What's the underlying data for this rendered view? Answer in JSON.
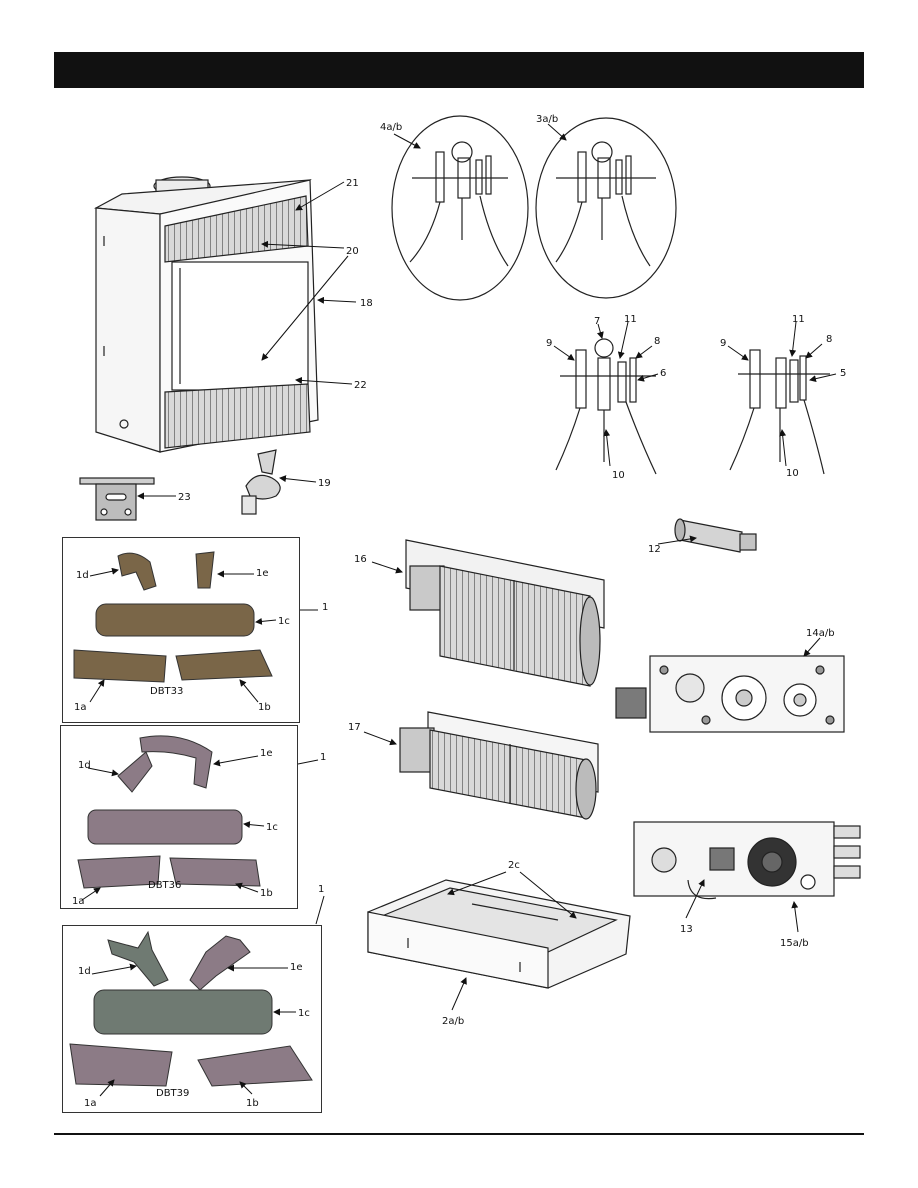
{
  "labels": {
    "l21": "21",
    "l20": "20",
    "l18": "18",
    "l22": "22",
    "l23": "23",
    "l19": "19",
    "l4ab": "4a/b",
    "l3ab": "3a/b",
    "l9a": "9",
    "l7": "7",
    "l11a": "11",
    "l8a": "8",
    "l6": "6",
    "l10a": "10",
    "l11b": "11",
    "l8b": "8",
    "l9b": "9",
    "l5": "5",
    "l10b": "10",
    "l16": "16",
    "l12": "12",
    "l14ab": "14a/b",
    "l17": "17",
    "l2c": "2c",
    "l2ab": "2a/b",
    "l13": "13",
    "l15ab": "15a/b",
    "k1_1d": "1d",
    "k1_1e": "1e",
    "k1_1c": "1c",
    "k1_1a": "1a",
    "k1_1b": "1b",
    "k1_name": "DBT33",
    "k1_1": "1",
    "k2_1d": "1d",
    "k2_1e": "1e",
    "k2_1c": "1c",
    "k2_1a": "1a",
    "k2_1b": "1b",
    "k2_name": "DBT36",
    "k2_1": "1",
    "k3_1d": "1d",
    "k3_1e": "1e",
    "k3_1c": "1c",
    "k3_1a": "1a",
    "k3_1b": "1b",
    "k3_name": "DBT39",
    "k3_1": "1"
  },
  "colors": {
    "bar": "#111111",
    "log": "#7a6648",
    "log2": "#8c7b86",
    "log3": "#6f7a72"
  }
}
